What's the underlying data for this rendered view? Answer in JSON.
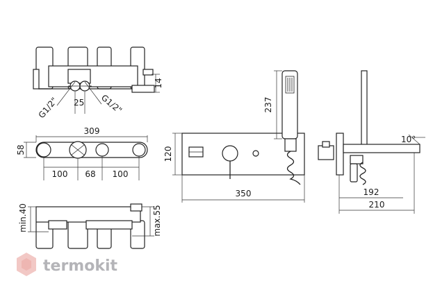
{
  "dimensions": {
    "top_height": "14",
    "dn": "25",
    "thread_left": "G1/2\"",
    "thread_right": "G1/2\"",
    "overall_width": "309",
    "depth": "58",
    "spacing_left": "100",
    "spacing_mid": "68",
    "spacing_right": "100",
    "min_depth": "min.40",
    "max_depth": "max.55",
    "plate_height": "120",
    "hose_height": "237",
    "plate_width": "350",
    "angle": "10°",
    "spout_reach": "192",
    "side_depth": "210"
  },
  "watermark": {
    "brand": "termokit",
    "color": "#d9605a"
  },
  "colors": {
    "line": "#222222",
    "background": "#ffffff"
  }
}
